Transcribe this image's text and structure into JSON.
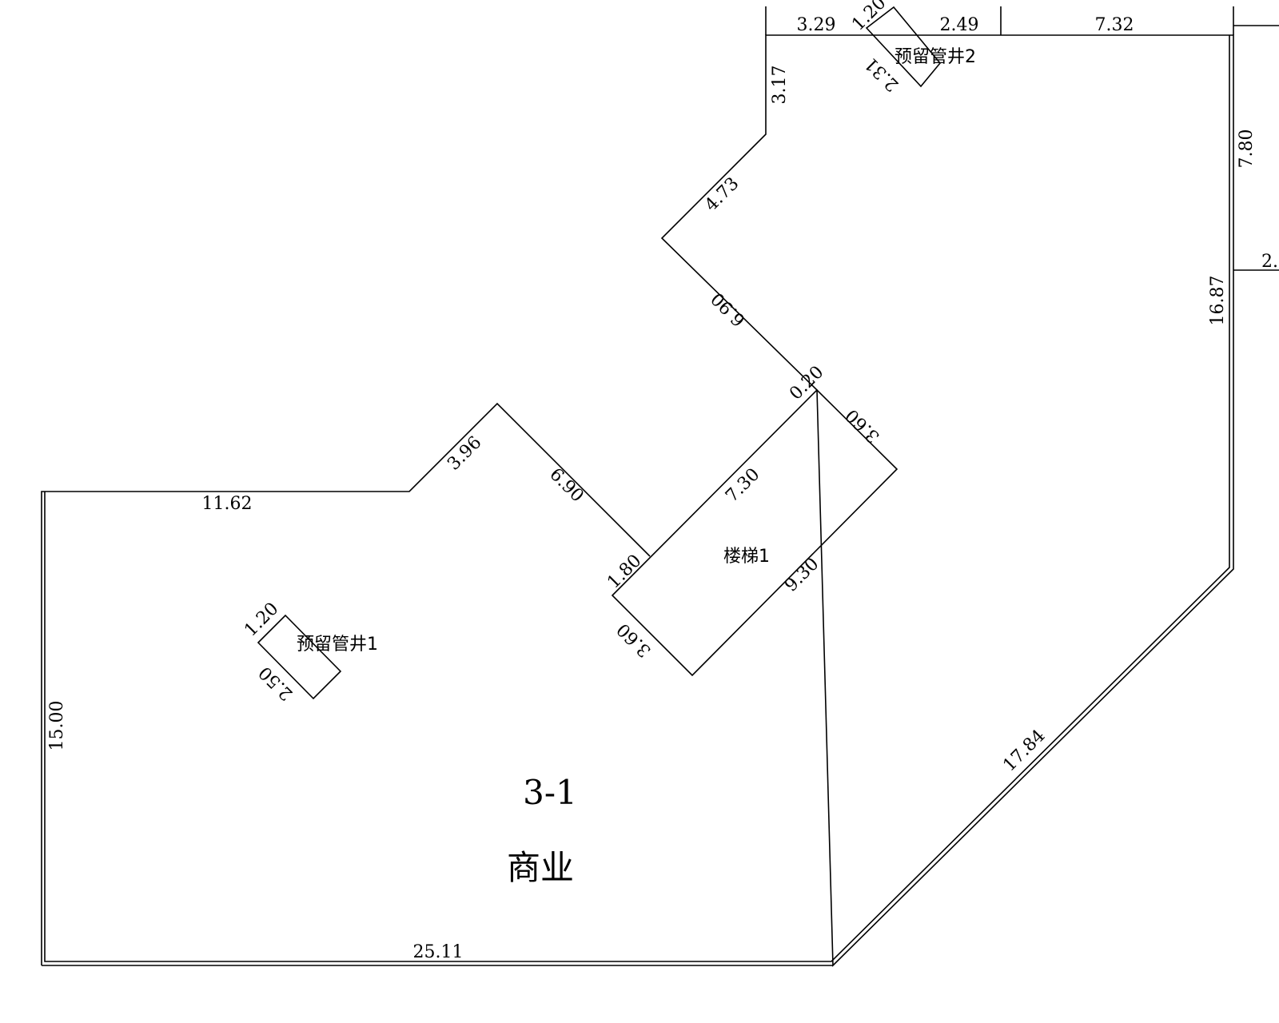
{
  "plan": {
    "unit_id": "3-1",
    "usage": "商业",
    "rooms": {
      "stair": "楼梯1",
      "shaft1": "预留管井1",
      "shaft2": "预留管井2"
    },
    "dims": {
      "bottom": "25.11",
      "left": "15.00",
      "top_left": "11.62",
      "diag_396": "3.96",
      "diag_690_a": "6.90",
      "stair_180": "1.80",
      "stair_730": "7.30",
      "stair_020": "0.20",
      "stair_360_top": "3.60",
      "stair_930": "9.30",
      "stair_360_bot": "3.60",
      "diag_690_b": "6.90",
      "diag_473": "4.73",
      "vert_317": "3.17",
      "top_329": "3.29",
      "shaft2_120": "1.20",
      "shaft2_231": "2.31",
      "top_249": "2.49",
      "top_732": "7.32",
      "right_1687": "16.87",
      "right_780": "7.80",
      "right_2": "2.",
      "diag_1784": "17.84",
      "shaft1_120": "1.20",
      "shaft1_250": "2.50"
    }
  }
}
